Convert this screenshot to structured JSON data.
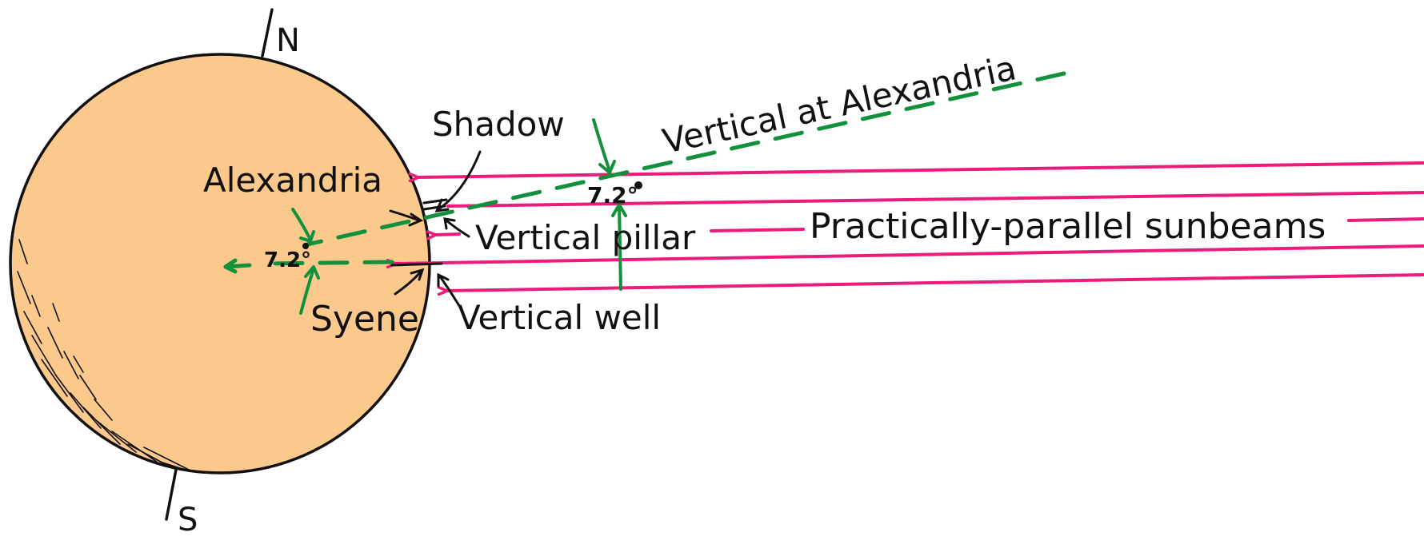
{
  "labels": {
    "north": "N",
    "south": "S",
    "alexandria": "Alexandria",
    "syene": "Syene",
    "shadow": "Shadow",
    "vertical_at_alexandria": "Vertical at Alexandria",
    "vertical_pillar": "Vertical pillar",
    "vertical_well": "Vertical well",
    "sunbeams": "Practically-parallel sunbeams",
    "angle_center": "7.2°",
    "angle_beam": "7.2°"
  },
  "colors": {
    "earth_fill": "#fcc98d",
    "outline": "#111111",
    "sunbeam": "#ec1c7c",
    "vertical_line": "#12903c",
    "background": "#ffffff"
  }
}
